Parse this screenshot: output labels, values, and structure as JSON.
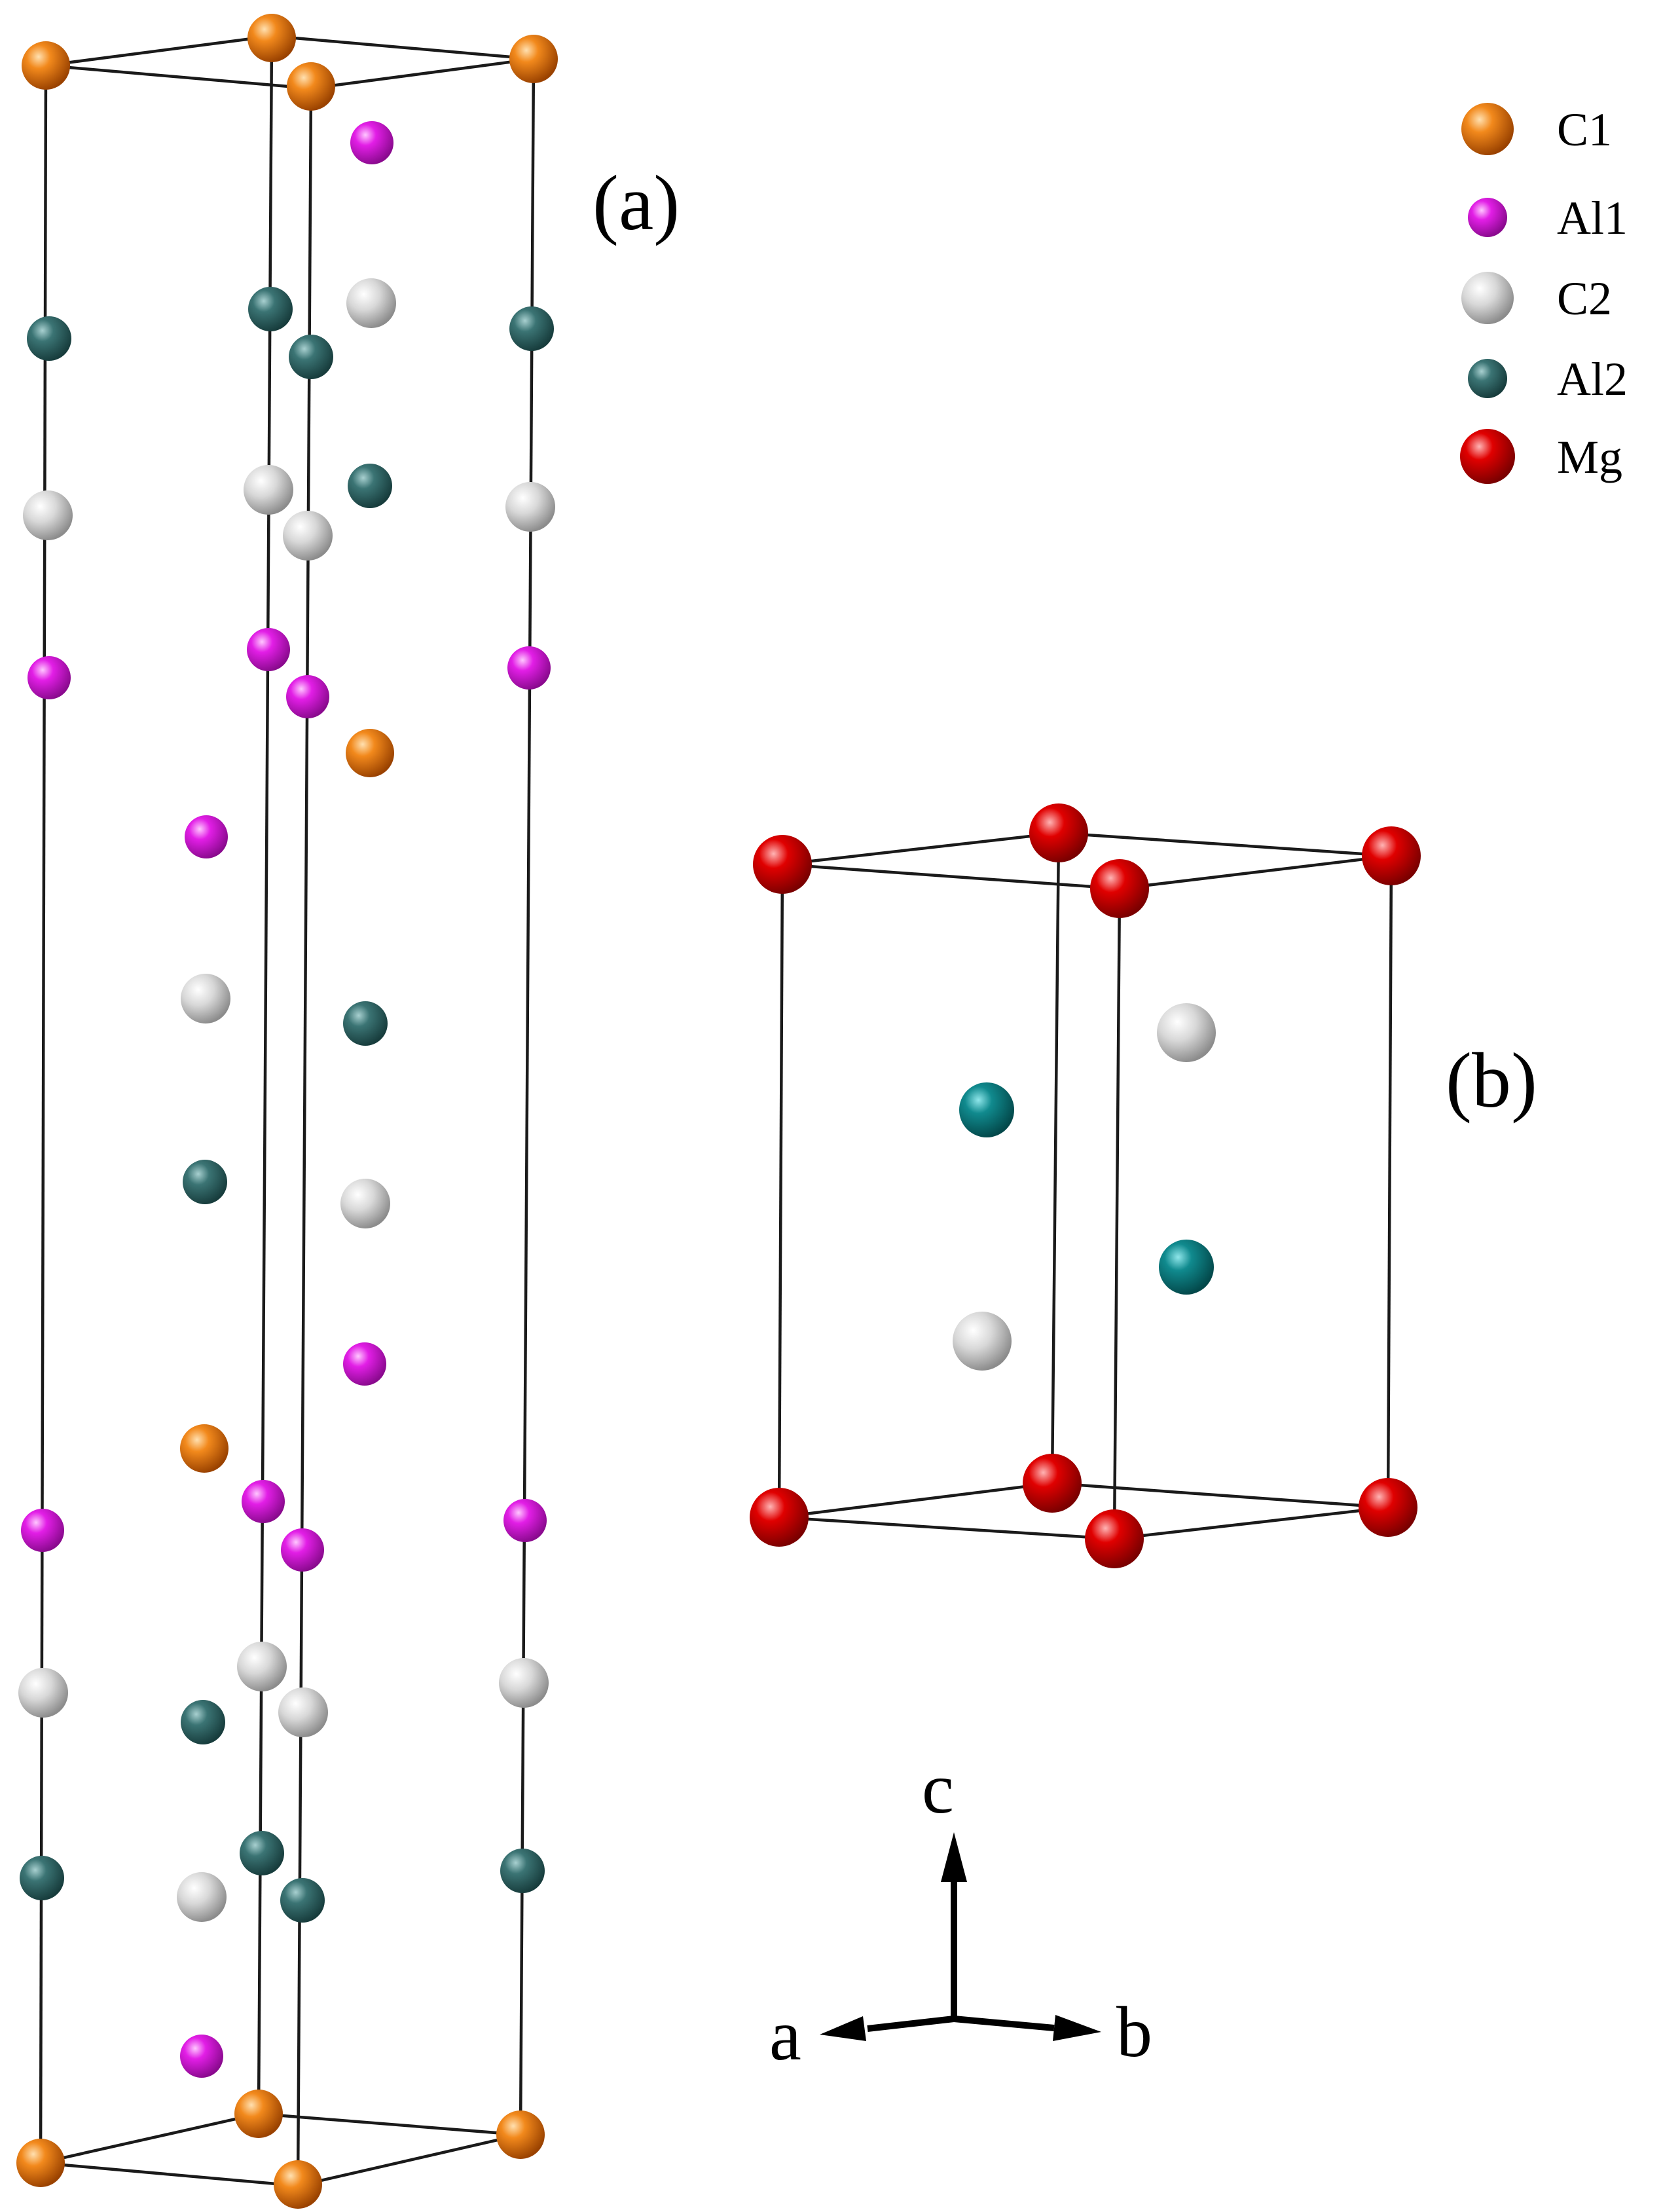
{
  "panels": {
    "a": {
      "label": "(a)"
    },
    "b": {
      "label": "(b)"
    }
  },
  "legend": [
    {
      "label": "C1",
      "color": "#f07a0c",
      "atom": "C1"
    },
    {
      "label": "Al1",
      "color": "#e21ee6",
      "atom": "Al1"
    },
    {
      "label": "C2",
      "color": "#d4d4d4",
      "atom": "C2"
    },
    {
      "label": "Al2",
      "color": "#3b7474",
      "atom": "Al2"
    },
    {
      "label": "Mg",
      "color": "#e00000",
      "atom": "Mg"
    }
  ],
  "axes": {
    "c": "c",
    "a": "a",
    "b": "b"
  },
  "colors": {
    "C1": "#f07a0c",
    "Al1": "#e21ee6",
    "C2": "#d4d4d4",
    "Al2": "#3b7474",
    "Al2b": "#108a8e",
    "Mg": "#e00000"
  }
}
